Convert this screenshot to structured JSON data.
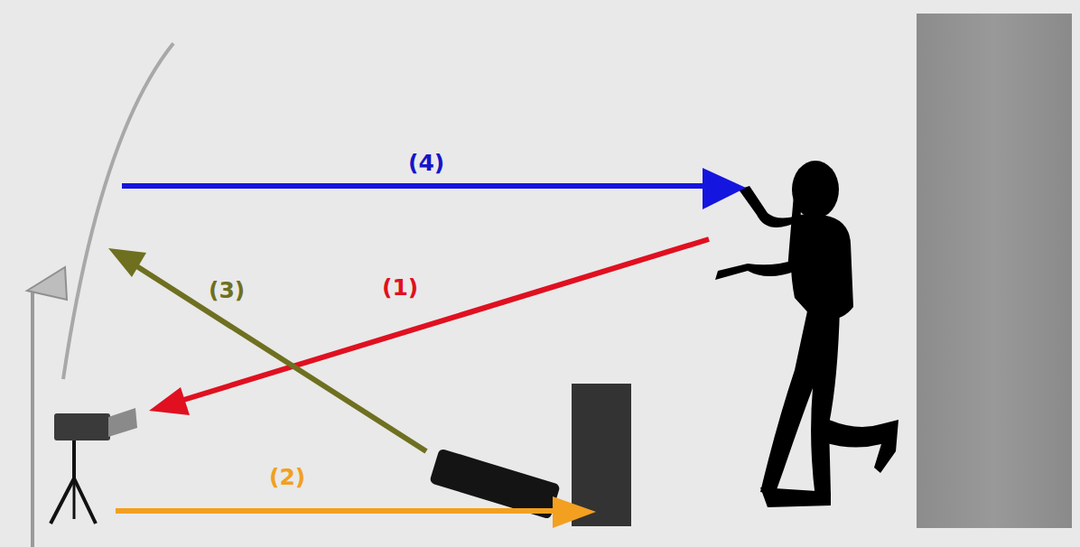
{
  "diagram": {
    "labels": [
      "(4)",
      "(3)",
      "(1)",
      "(2)"
    ]
  }
}
